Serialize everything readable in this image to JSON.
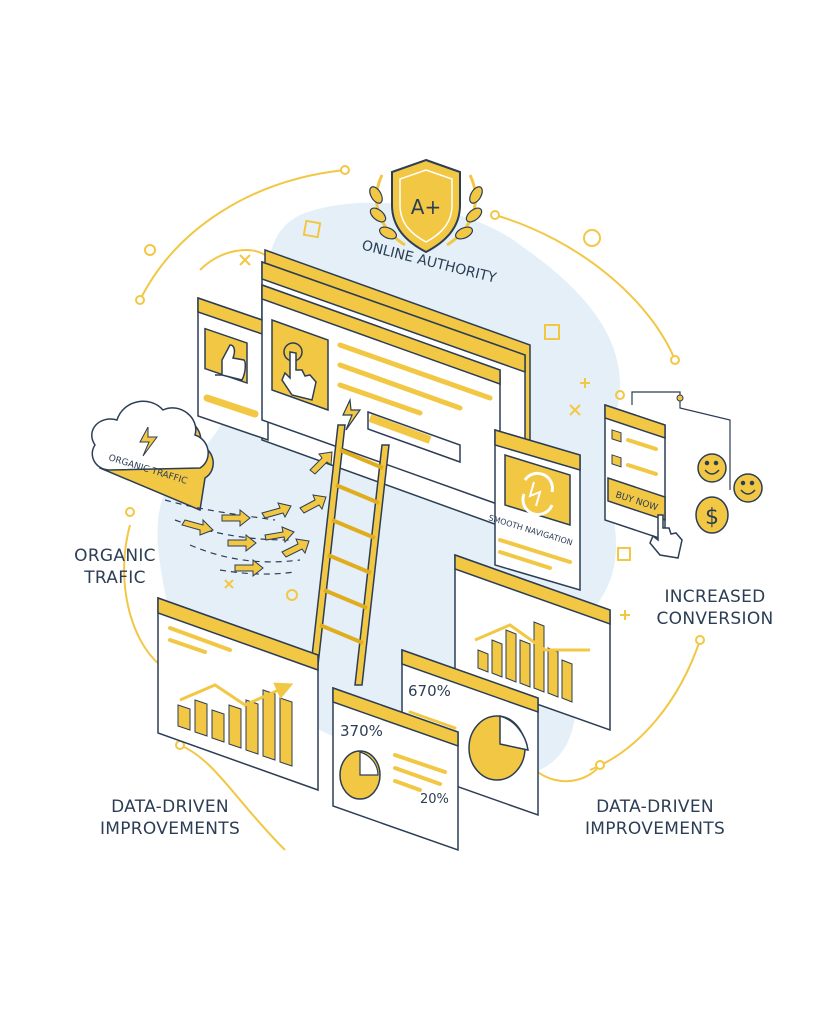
{
  "labels": {
    "online_authority": "ONLINE AUTHORITY",
    "shield_grade": "A+",
    "cloud_text": "ORGANIC TRAFFIC",
    "organic_trafic": "ORGANIC\nTRAFIC",
    "smooth_navigation": "SMOOTH NAVIGATION",
    "buy_now": "BUY NOW",
    "increased_conversion": "INCREASED\nCONVERSION",
    "data_driven_left": "DATA-DRIVEN\nIMPROVEMENTS",
    "data_driven_right": "DATA-DRIVEN\nIMPROVEMENTS",
    "stat_670": "670%",
    "stat_370": "370%",
    "stat_20": "20%"
  },
  "colors": {
    "accent": "#f2c744",
    "accent_dark": "#e0ad1e",
    "accent_light": "#fbe6a6",
    "outline": "#2c3e55",
    "blob": "#e4eff8"
  },
  "icons": [
    "shield-icon",
    "laurel-icon",
    "thumbs-up-icon",
    "hand-pointer-icon",
    "lightning-icon",
    "cloud-icon",
    "refresh-icon",
    "smiley-icon",
    "dollar-coin-icon",
    "ladder-icon"
  ]
}
